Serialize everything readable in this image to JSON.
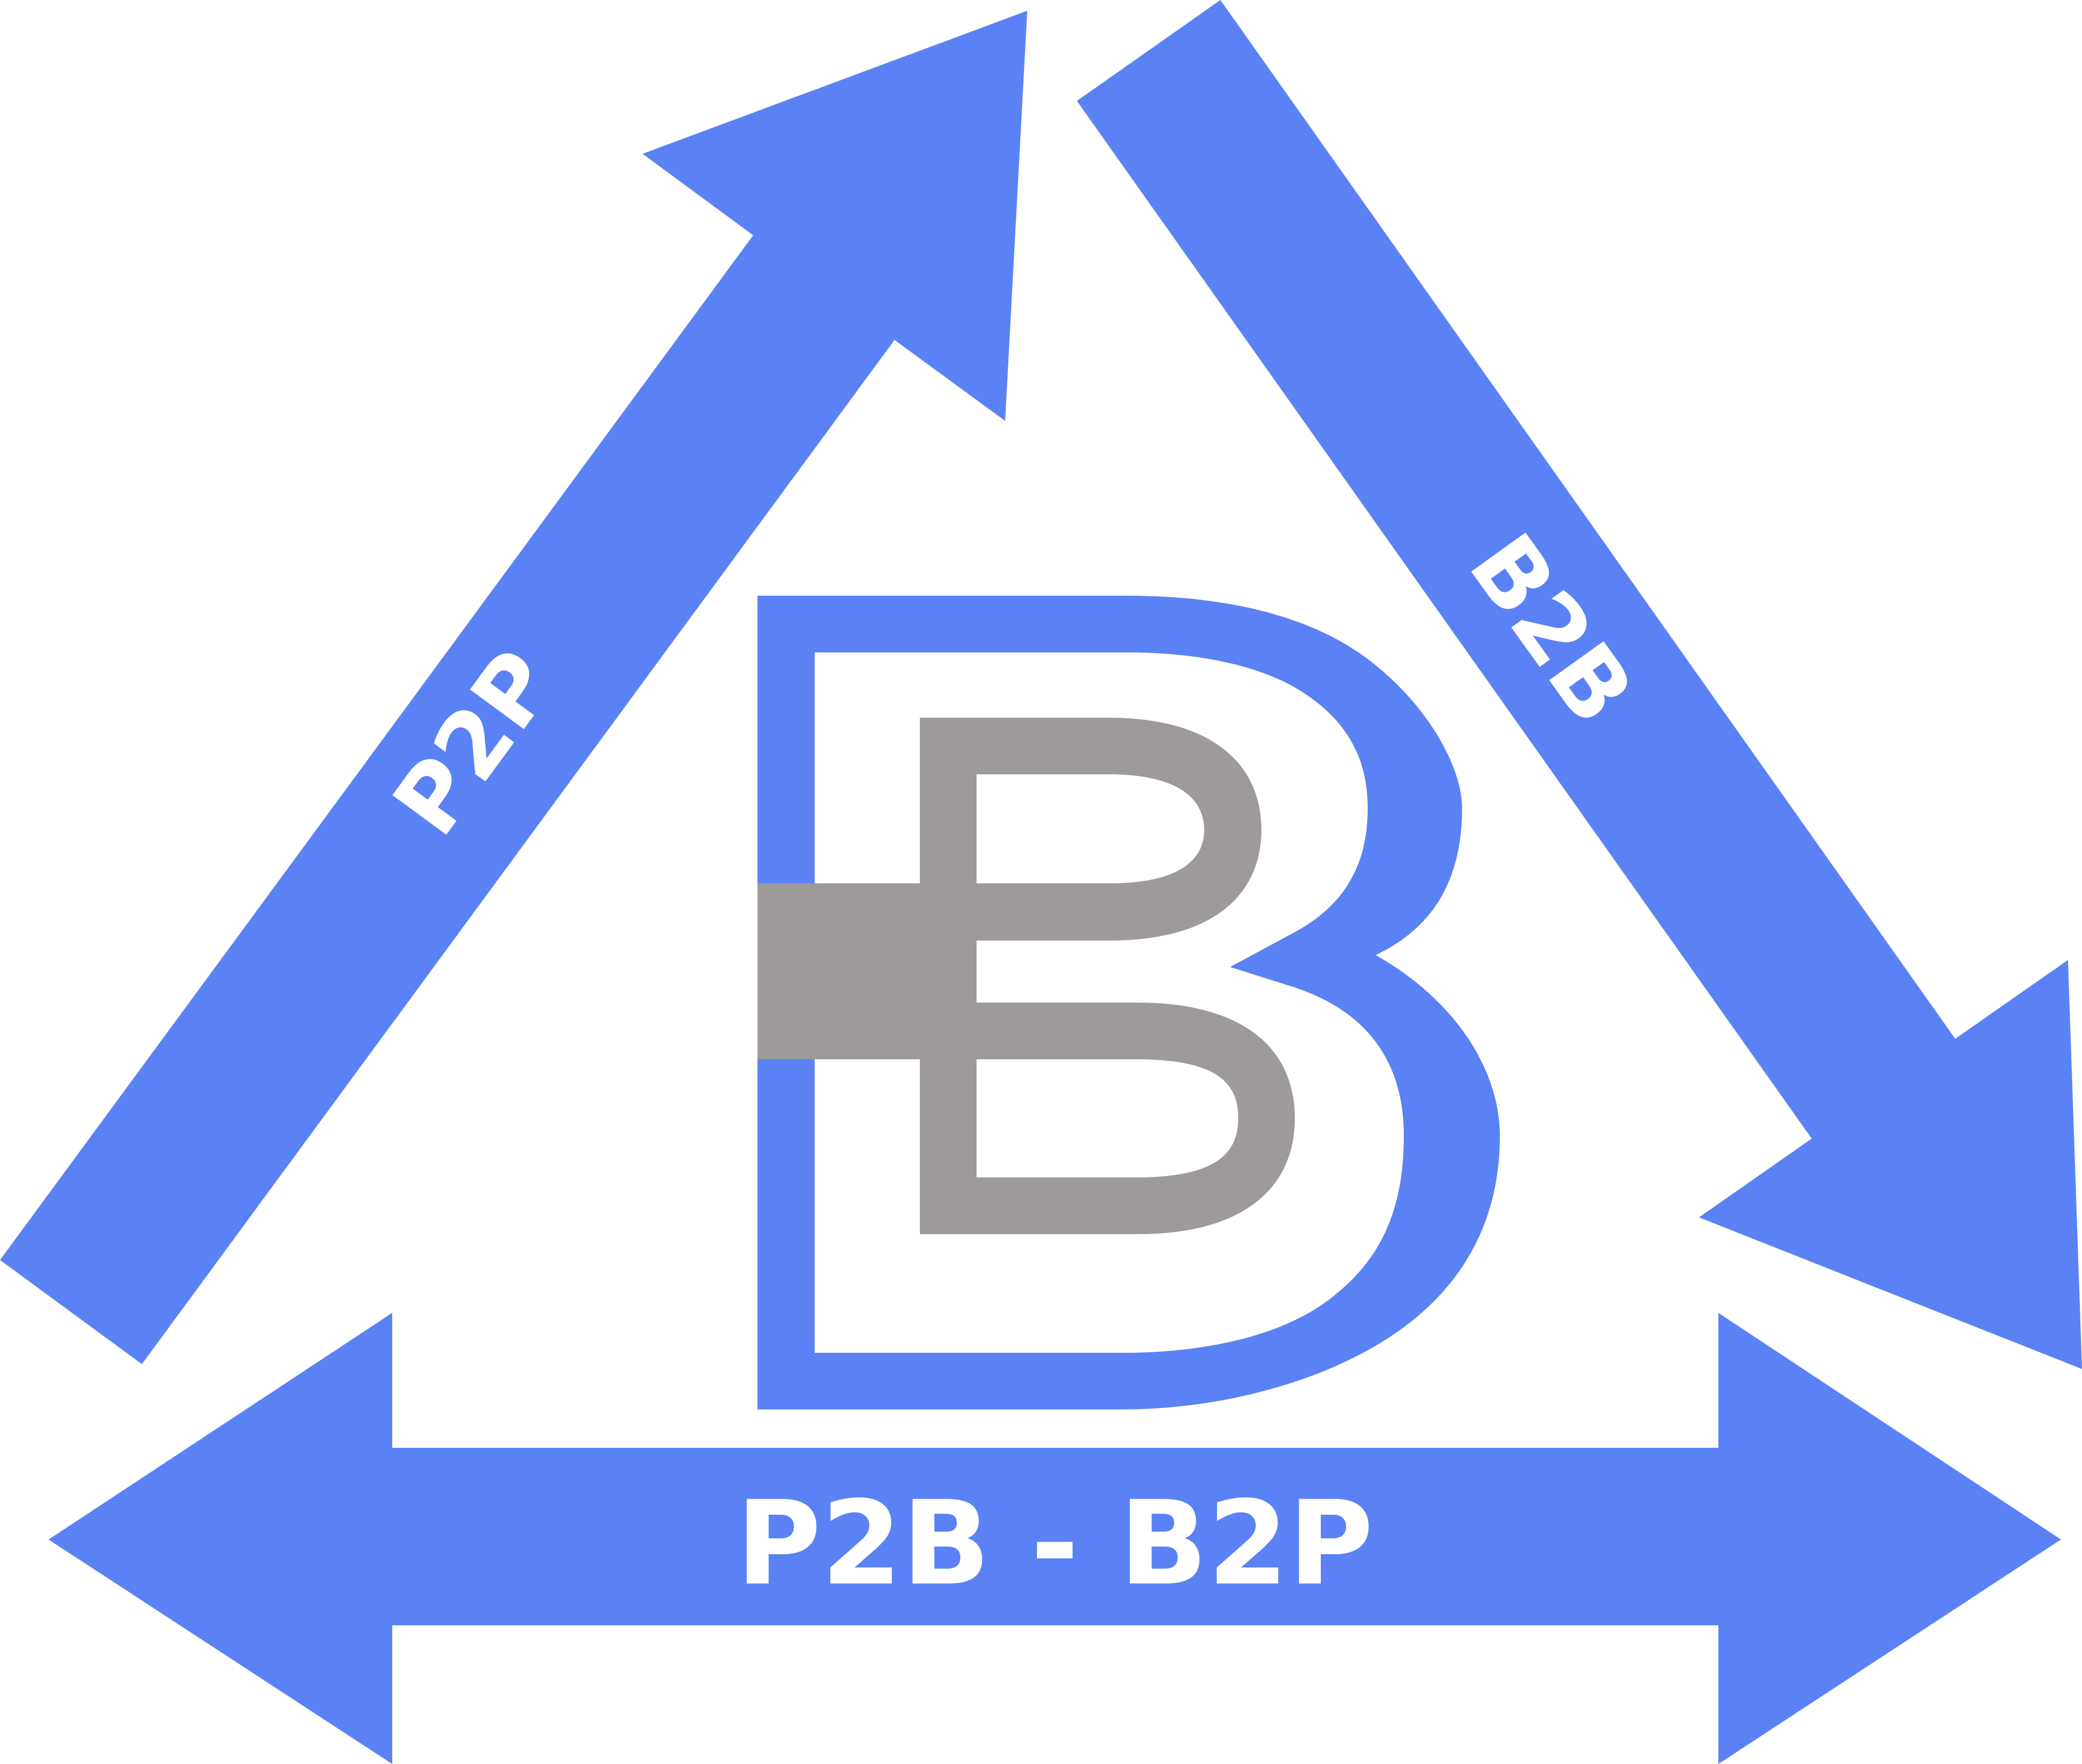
{
  "colors": {
    "arrow_blue": "#5b82f5",
    "letter_gray": "#9d9a99",
    "background": "#ffffff",
    "label_white": "#ffffff"
  },
  "labels": {
    "left_arrow": "P2P",
    "right_arrow": "B2B",
    "bottom_arrow": "P2B - B2P"
  }
}
